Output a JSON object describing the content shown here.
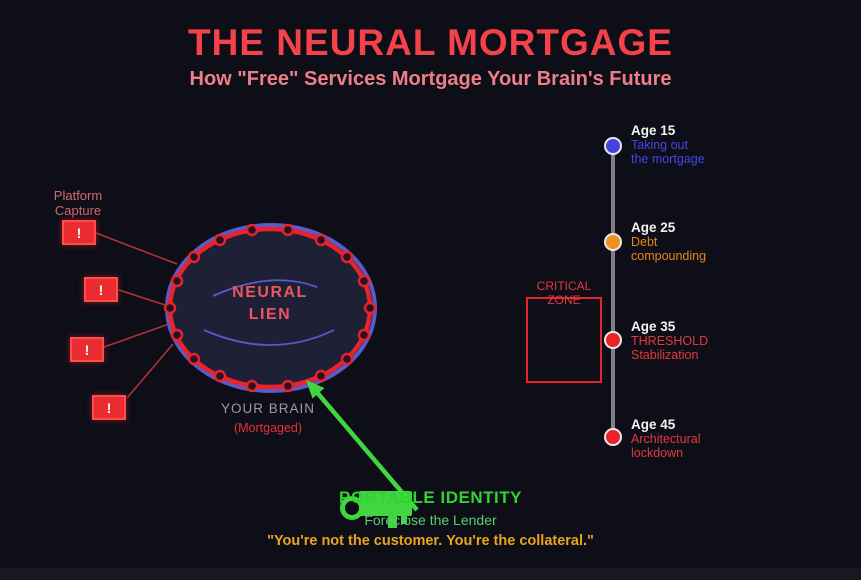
{
  "title": "THE NEURAL MORTGAGE",
  "subtitle": "How \"Free\" Services Mortgage Your Brain's Future",
  "brain": {
    "label_line1": "NEURAL",
    "label_line2": "LIEN",
    "caption": "YOUR BRAIN",
    "caption_sub": "(Mortgaged)"
  },
  "platform_capture": {
    "label": "Platform Capture",
    "warning_symbol": "!"
  },
  "timeline": {
    "events": [
      {
        "age": "Age 15",
        "desc1": "Taking out",
        "desc2": "the mortgage",
        "color": "#4646e8"
      },
      {
        "age": "Age 25",
        "desc1": "Debt",
        "desc2": "compounding",
        "color": "#e8861a"
      },
      {
        "age": "Age 35",
        "desc1": "THRESHOLD",
        "desc2": "Stabilization",
        "color": "#e23a3a"
      },
      {
        "age": "Age 45",
        "desc1": "Architectural",
        "desc2": "lockdown",
        "color": "#e23a3a"
      }
    ]
  },
  "critical_zone": {
    "line1": "CRITICAL",
    "line2": "ZONE"
  },
  "solution": {
    "title": "PORTABLE IDENTITY",
    "subtitle": "Foreclose the Lender"
  },
  "quote": "\"You're not the customer. You're the collateral.\"",
  "colors": {
    "background": "#0e0e18",
    "title_red": "#f4424b",
    "subtitle_pink": "#ee7e87",
    "brain_outline_red": "#e8232b",
    "brain_outline_blue": "#5a5ac8",
    "brain_fill": "#1e2035",
    "warning_red": "#ea2c31",
    "timeline_gray": "#7f7f87",
    "dot_blue": "#4343e0",
    "dot_orange": "#ef9122",
    "dot_red": "#eb2226",
    "arrow_green": "#3fd63f",
    "quote_orange": "#eaa41e"
  }
}
